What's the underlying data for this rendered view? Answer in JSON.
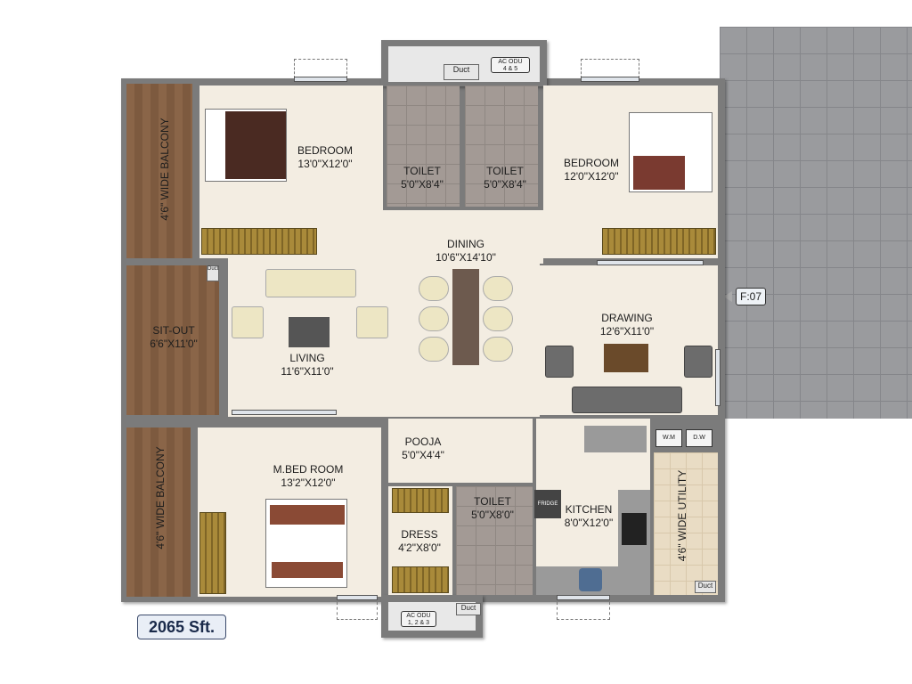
{
  "rooms": {
    "bedroom1": {
      "name": "BEDROOM",
      "size": "13'0\"X12'0\""
    },
    "toilet1": {
      "name": "TOILET",
      "size": "5'0\"X8'4\""
    },
    "toilet2": {
      "name": "TOILET",
      "size": "5'0\"X8'4\""
    },
    "bedroom2": {
      "name": "BEDROOM",
      "size": "12'0\"X12'0\""
    },
    "dining": {
      "name": "DINING",
      "size": "10'6\"X14'10\""
    },
    "living": {
      "name": "LIVING",
      "size": "11'6\"X11'0\""
    },
    "sitout": {
      "name": "SIT-OUT",
      "size": "6'6\"X11'0\""
    },
    "drawing": {
      "name": "DRAWING",
      "size": "12'6\"X11'0\""
    },
    "balcony_top": {
      "name": "4'6\" WIDE BALCONY"
    },
    "balcony_bottom": {
      "name": "4'6\" WIDE BALCONY"
    },
    "master": {
      "name": "M.BED ROOM",
      "size": "13'2\"X12'0\""
    },
    "pooja": {
      "name": "POOJA",
      "size": "5'0\"X4'4\""
    },
    "toilet3": {
      "name": "TOILET",
      "size": "5'0\"X8'0\""
    },
    "dress": {
      "name": "DRESS",
      "size": "4'2\"X8'0\""
    },
    "kitchen": {
      "name": "KITCHEN",
      "size": "8'0\"X12'0\""
    },
    "utility": {
      "name": "4'6\" WIDE UTILITY"
    }
  },
  "fixtures": {
    "duct": "Duct",
    "ac_top": [
      "AC ODU",
      "4 & 5"
    ],
    "ac_bottom": [
      "AC ODU",
      "1, 2 & 3"
    ],
    "wm": "W.M",
    "dw": "D.W",
    "fridge": "FRIDGE"
  },
  "flat_no": "F:07",
  "area": "2065 Sft."
}
